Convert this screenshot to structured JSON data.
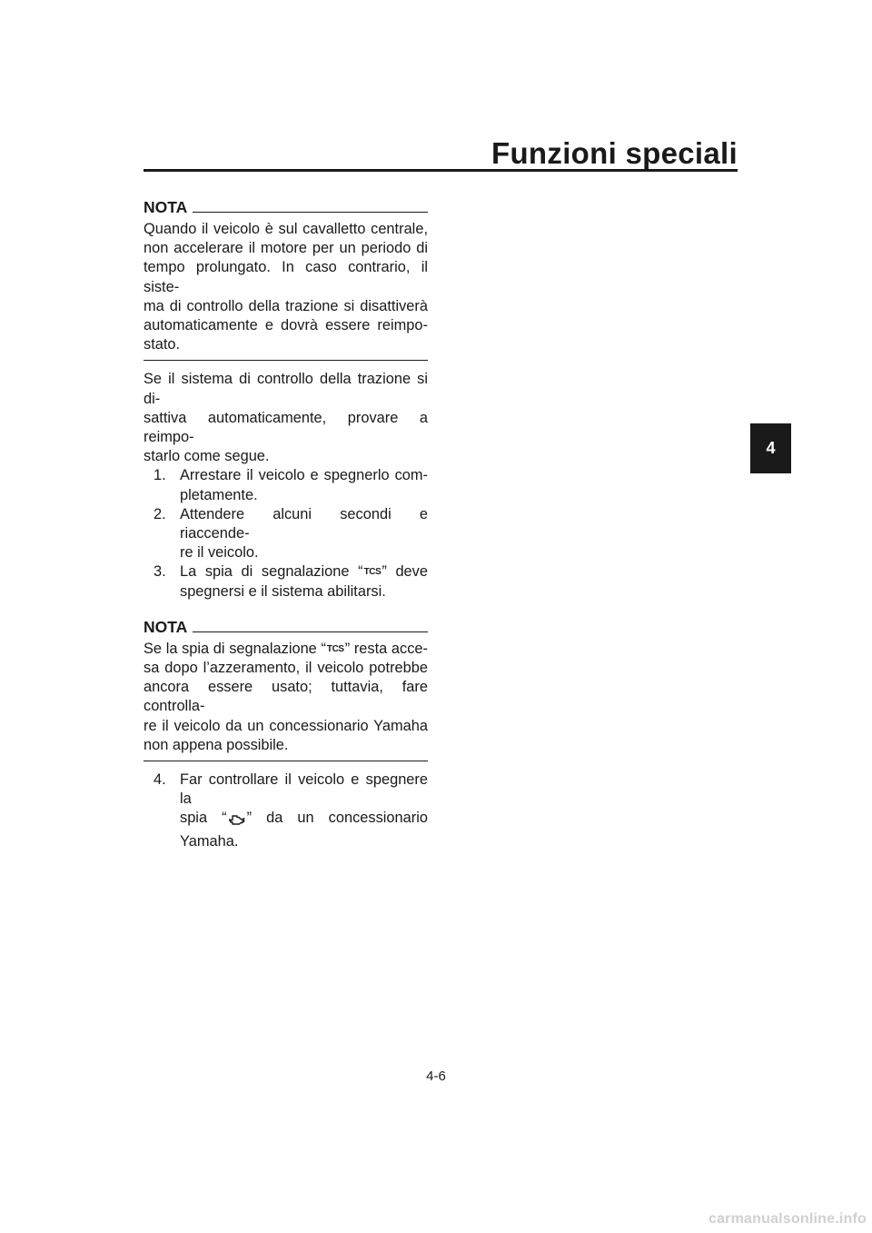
{
  "header": {
    "title": "Funzioni speciali"
  },
  "chapter_tab": "4",
  "note1": {
    "label": "NOTA",
    "lines": [
      "Quando il veicolo è sul cavalletto centrale,",
      "non accelerare il motore per un periodo di",
      "tempo prolungato. In caso contrario, il siste-",
      "ma di controllo della trazione si disattiverà",
      "automaticamente e dovrà essere reimpo-",
      "stato."
    ]
  },
  "intro": {
    "lines": [
      "Se il sistema di controllo della trazione si di-",
      "sattiva automaticamente, provare a reimpo-",
      "starlo come segue."
    ]
  },
  "steps": [
    {
      "num": "1.",
      "line1": "Arrestare il veicolo e spegnerlo com-",
      "line2": "pletamente."
    },
    {
      "num": "2.",
      "line1": "Attendere alcuni secondi e riaccende-",
      "line2": "re il veicolo."
    },
    {
      "num": "3.",
      "line1_pre": "La spia di segnalazione “",
      "icon": "TCS",
      "line1_post": "” deve",
      "line2": "spegnersi e il sistema abilitarsi."
    }
  ],
  "note2": {
    "label": "NOTA",
    "line1_pre": "Se la spia di segnalazione “",
    "icon": "TCS",
    "line1_post": "” resta acce-",
    "lines": [
      "sa dopo l’azzeramento, il veicolo potrebbe",
      "ancora essere usato; tuttavia, fare controlla-",
      "re il veicolo da un concessionario Yamaha",
      "non appena possibile."
    ]
  },
  "step4": {
    "num": "4.",
    "line1": "Far controllare il veicolo e spegnere la",
    "line2_pre": "spia “",
    "line2_icon": "engine-warning-icon",
    "line2_post": "” da un concessionario",
    "line3": "Yamaha."
  },
  "page_number": "4-6",
  "watermark": "carmanualsonline.info"
}
